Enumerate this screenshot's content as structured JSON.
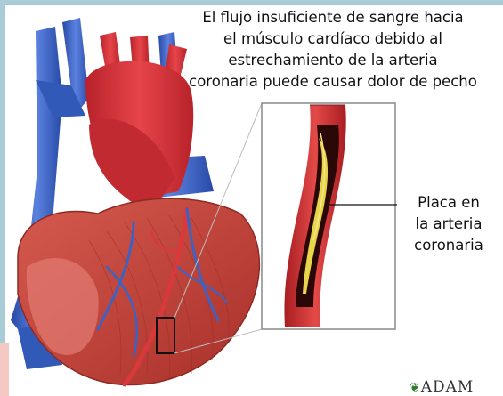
{
  "caption": "El flujo insuficiente de sangre hacia\nel músculo cardíaco debido al\nestrechamiento de la arteria\ncoronaria puede causar dolor de pecho",
  "callout_label": "Placa en\nla arteria\ncoronaria",
  "logo": {
    "icon": "leaf-icon",
    "text": "ADAM"
  },
  "colors": {
    "background_border": "#a9cdd6",
    "muscle": "#c7463b",
    "aorta": "#d22f33",
    "veins": "#3b63c4",
    "plaque": "#e8d64a"
  }
}
